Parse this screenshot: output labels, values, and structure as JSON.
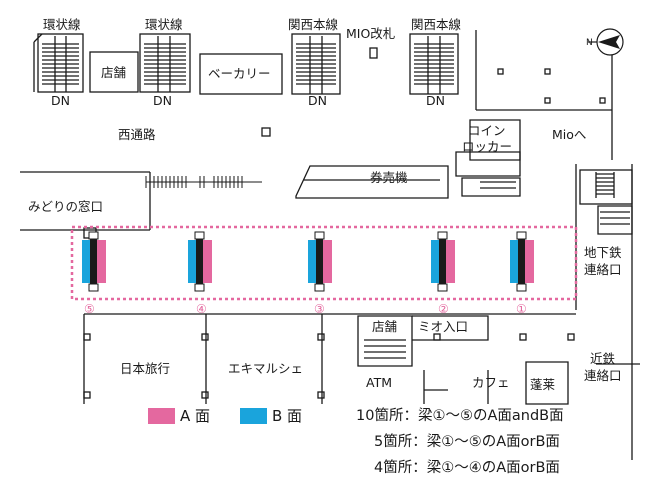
{
  "floor_labels": {
    "kanjo_1": "環状線",
    "kanjo_2": "環状線",
    "kansai_1": "関西本線",
    "kansai_2": "関西本線",
    "mio_gate": "MIO改札",
    "dn_1": "DN",
    "dn_2": "DN",
    "dn_3": "DN",
    "dn_4": "DN",
    "tenpo_top": "店舗",
    "bakery": "ベーカリー",
    "west_passage": "西通路",
    "coin_1": "コイン",
    "coin_2": "ロッカー",
    "to_mio": "Mioへ",
    "ticket_machine": "券売機",
    "midori": "みどりの窓口",
    "subway_1": "地下鉄",
    "subway_2": "連絡口",
    "tenpo_bottom": "店舗",
    "mio_entrance": "ミオ入口",
    "nihon_ryoko": "日本旅行",
    "ekimarche": "エキマルシェ",
    "atm": "ATM",
    "cafe": "カフェ",
    "horai": "蓬莱",
    "kintetsu_1": "近鉄",
    "kintetsu_2": "連絡口"
  },
  "beams": [
    {
      "label": "⑤"
    },
    {
      "label": "④"
    },
    {
      "label": "③"
    },
    {
      "label": "②"
    },
    {
      "label": "①"
    }
  ],
  "legend": {
    "a_label": "A 面",
    "b_label": "B 面",
    "a_color": "#e4689f",
    "b_color": "#1aa4dc"
  },
  "notes": {
    "line1": "10箇所：梁①～⑤のA面andB面",
    "line2": "5箇所：梁①～⑤のA面orB面",
    "line3": "4箇所：梁①～④のA面orB面"
  },
  "compass_label": "N"
}
